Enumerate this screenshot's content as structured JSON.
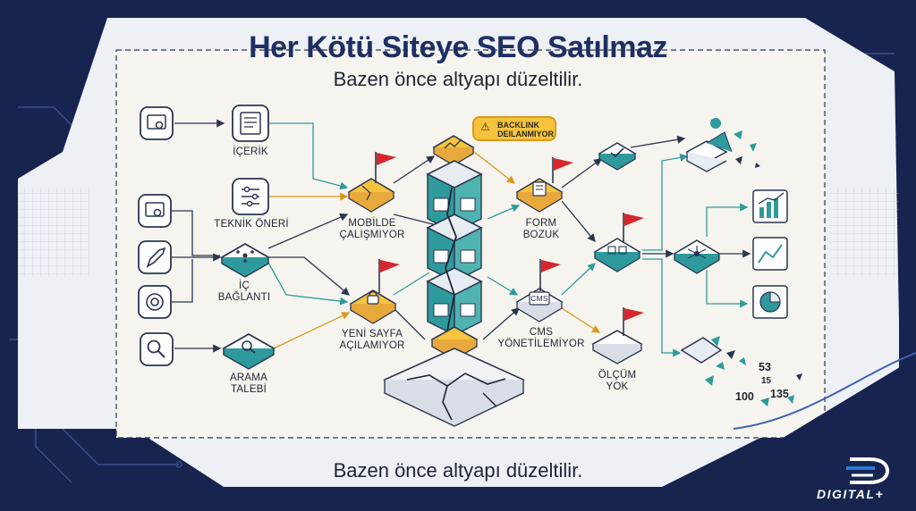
{
  "header": {
    "title": "Her Kötü Siteye SEO Satılmaz",
    "subtitle": "Bazen önce altyapı düzeltilir.",
    "footer_subtitle": "Bazen önce altyapı düzeltilir."
  },
  "inputs": {
    "content": "İÇERİK",
    "technical": "TEKNİK ÖNERİ",
    "link_line1": "İÇ",
    "link_line2": "BAĞLANTI",
    "search_line1": "ARAMA",
    "search_line2": "TALEBİ"
  },
  "problems": {
    "mobile_line1": "MOBİLDE",
    "mobile_line2": "ÇALIŞMIYOR",
    "newpage_line1": "YENİ SAYFA",
    "newpage_line2": "AÇILAMIYOR",
    "form_line1": "FORM",
    "form_line2": "BOZUK",
    "cms_icon": "CMS",
    "cms_line1": "CMS",
    "cms_line2": "YÖNETİLEMİYOR",
    "measure_line1": "ÖLÇÜM",
    "measure_line2": "YOK"
  },
  "alert": {
    "line1": "BACKLINK",
    "line2": "DEILANMIYOR"
  },
  "metrics": [
    "53",
    "15",
    "100",
    "135"
  ],
  "brand": {
    "name": "DIGITAL+"
  },
  "colors": {
    "navy": "#1f2f63",
    "teal": "#2e9a9c",
    "orange": "#d99a1c",
    "yellow": "#f6c33d",
    "red": "#d7262d",
    "panel": "#f6f4ee"
  }
}
